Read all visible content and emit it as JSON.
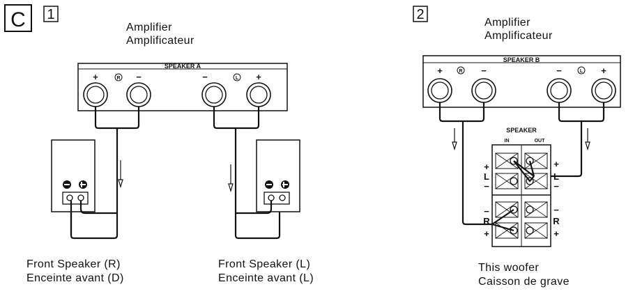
{
  "section_letter": "C",
  "diagram1": {
    "number": "1",
    "amp_title_en": "Amplifier",
    "amp_title_fr": "Amplificateur",
    "panel_label": "SPEAKER A",
    "plus": "+",
    "minus": "−",
    "ch_right": "R",
    "ch_left": "L",
    "right_speaker_en": "Front Speaker (R)",
    "right_speaker_fr": "Enceinte avant (D)",
    "left_speaker_en": "Front Speaker (L)",
    "left_speaker_fr": "Enceinte avant (L)"
  },
  "diagram2": {
    "number": "2",
    "amp_title_en": "Amplifier",
    "amp_title_fr": "Amplificateur",
    "panel_label": "SPEAKER B",
    "plus": "+",
    "minus": "−",
    "ch_right": "R",
    "ch_left": "L",
    "woofer_panel_label": "SPEAKER",
    "in_label": "IN",
    "out_label": "OUT",
    "woofer_en": "This woofer",
    "woofer_fr": "Caisson de grave",
    "side_L": "L",
    "side_R": "R"
  }
}
